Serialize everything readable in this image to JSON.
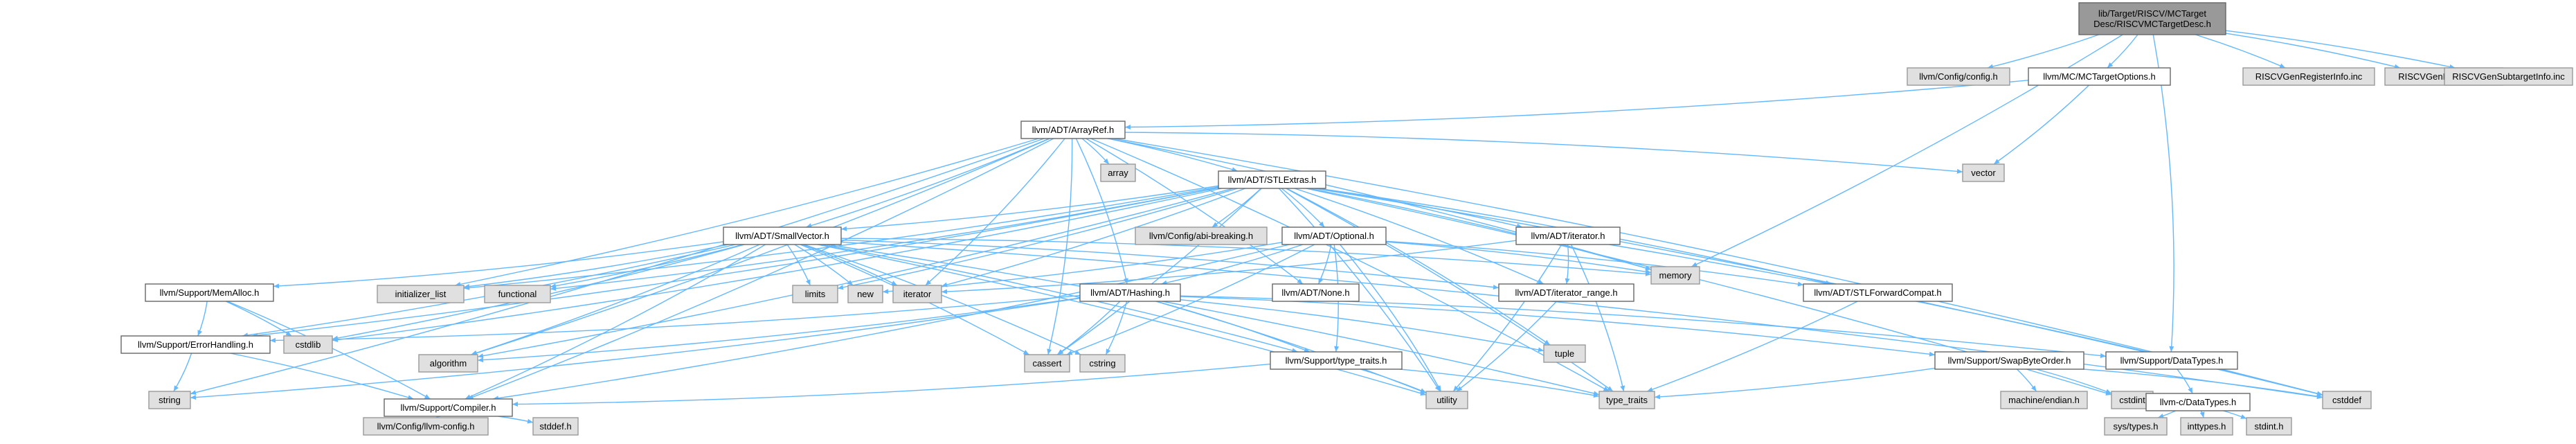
{
  "nodes": [
    {
      "id": "root",
      "label": "lib/Target/RISCV/MCTarget\nDesc/RISCVMCTargetDesc.h",
      "kind": "root"
    },
    {
      "id": "config",
      "label": "llvm/Config/config.h",
      "kind": "system"
    },
    {
      "id": "mctargetoptions",
      "label": "llvm/MC/MCTargetOptions.h",
      "kind": "header"
    },
    {
      "id": "reginfo",
      "label": "RISCVGenRegisterInfo.inc",
      "kind": "system"
    },
    {
      "id": "instrinfo",
      "label": "RISCVGenInstrInfo.inc",
      "kind": "system"
    },
    {
      "id": "subtargetinfo",
      "label": "RISCVGenSubtargetInfo.inc",
      "kind": "system"
    },
    {
      "id": "arrayref",
      "label": "llvm/ADT/ArrayRef.h",
      "kind": "header"
    },
    {
      "id": "vector",
      "label": "vector",
      "kind": "system"
    },
    {
      "id": "array",
      "label": "array",
      "kind": "system"
    },
    {
      "id": "stlextras",
      "label": "llvm/ADT/STLExtras.h",
      "kind": "header"
    },
    {
      "id": "abibreaking",
      "label": "llvm/Config/abi-breaking.h",
      "kind": "system"
    },
    {
      "id": "smallvector",
      "label": "llvm/ADT/SmallVector.h",
      "kind": "header"
    },
    {
      "id": "optional",
      "label": "llvm/ADT/Optional.h",
      "kind": "header"
    },
    {
      "id": "iteratorh",
      "label": "llvm/ADT/iterator.h",
      "kind": "header"
    },
    {
      "id": "memory",
      "label": "memory",
      "kind": "system"
    },
    {
      "id": "stlforward",
      "label": "llvm/ADT/STLForwardCompat.h",
      "kind": "header"
    },
    {
      "id": "memalloc",
      "label": "llvm/Support/MemAlloc.h",
      "kind": "header"
    },
    {
      "id": "initlist",
      "label": "initializer_list",
      "kind": "system"
    },
    {
      "id": "functional",
      "label": "functional",
      "kind": "system"
    },
    {
      "id": "limits",
      "label": "limits",
      "kind": "system"
    },
    {
      "id": "new",
      "label": "new",
      "kind": "system"
    },
    {
      "id": "iterator",
      "label": "iterator",
      "kind": "system"
    },
    {
      "id": "hashing",
      "label": "llvm/ADT/Hashing.h",
      "kind": "header"
    },
    {
      "id": "none",
      "label": "llvm/ADT/None.h",
      "kind": "header"
    },
    {
      "id": "iterrange",
      "label": "llvm/ADT/iterator_range.h",
      "kind": "header"
    },
    {
      "id": "cstdlib",
      "label": "cstdlib",
      "kind": "system"
    },
    {
      "id": "errorhandling",
      "label": "llvm/Support/ErrorHandling.h",
      "kind": "header"
    },
    {
      "id": "algorithm",
      "label": "algorithm",
      "kind": "system"
    },
    {
      "id": "cassert",
      "label": "cassert",
      "kind": "system"
    },
    {
      "id": "cstring",
      "label": "cstring",
      "kind": "system"
    },
    {
      "id": "tuple",
      "label": "tuple",
      "kind": "system"
    },
    {
      "id": "swapbyteorder",
      "label": "llvm/Support/SwapByteOrder.h",
      "kind": "header"
    },
    {
      "id": "datatypes",
      "label": "llvm/Support/DataTypes.h",
      "kind": "header"
    },
    {
      "id": "typetraitsh",
      "label": "llvm/Support/type_traits.h",
      "kind": "header"
    },
    {
      "id": "string",
      "label": "string",
      "kind": "system"
    },
    {
      "id": "compiler",
      "label": "llvm/Support/Compiler.h",
      "kind": "header"
    },
    {
      "id": "utility",
      "label": "utility",
      "kind": "system"
    },
    {
      "id": "typetraits",
      "label": "type_traits",
      "kind": "system"
    },
    {
      "id": "machineendian",
      "label": "machine/endian.h",
      "kind": "system"
    },
    {
      "id": "cstdint",
      "label": "cstdint",
      "kind": "system"
    },
    {
      "id": "cstddef",
      "label": "cstddef",
      "kind": "system"
    },
    {
      "id": "cdatatypes",
      "label": "llvm-c/DataTypes.h",
      "kind": "header"
    },
    {
      "id": "llvmconfig",
      "label": "llvm/Config/llvm-config.h",
      "kind": "system"
    },
    {
      "id": "stddef",
      "label": "stddef.h",
      "kind": "system"
    },
    {
      "id": "systypes",
      "label": "sys/types.h",
      "kind": "system"
    },
    {
      "id": "inttypes",
      "label": "inttypes.h",
      "kind": "system"
    },
    {
      "id": "stdint",
      "label": "stdint.h",
      "kind": "system"
    }
  ],
  "edges": [
    [
      "root",
      "config"
    ],
    [
      "root",
      "mctargetoptions"
    ],
    [
      "root",
      "reginfo"
    ],
    [
      "root",
      "instrinfo"
    ],
    [
      "root",
      "subtargetinfo"
    ],
    [
      "root",
      "memory"
    ],
    [
      "root",
      "datatypes"
    ],
    [
      "mctargetoptions",
      "arrayref"
    ],
    [
      "mctargetoptions",
      "vector"
    ],
    [
      "arrayref",
      "array"
    ],
    [
      "arrayref",
      "vector"
    ],
    [
      "arrayref",
      "stlextras"
    ],
    [
      "arrayref",
      "smallvector"
    ],
    [
      "arrayref",
      "hashing"
    ],
    [
      "arrayref",
      "memory"
    ],
    [
      "arrayref",
      "none"
    ],
    [
      "arrayref",
      "iterator"
    ],
    [
      "arrayref",
      "algorithm"
    ],
    [
      "arrayref",
      "cassert"
    ],
    [
      "arrayref",
      "cstddef"
    ],
    [
      "arrayref",
      "initlist"
    ],
    [
      "arrayref",
      "typetraits"
    ],
    [
      "arrayref",
      "compiler"
    ],
    [
      "arrayref",
      "string"
    ],
    [
      "stlextras",
      "abibreaking"
    ],
    [
      "stlextras",
      "smallvector"
    ],
    [
      "stlextras",
      "optional"
    ],
    [
      "stlextras",
      "iteratorh"
    ],
    [
      "stlextras",
      "stlforward"
    ],
    [
      "stlextras",
      "iterrange"
    ],
    [
      "stlextras",
      "errorhandling"
    ],
    [
      "stlextras",
      "algorithm"
    ],
    [
      "stlextras",
      "cassert"
    ],
    [
      "stlextras",
      "cstddef"
    ],
    [
      "stlextras",
      "cstdint"
    ],
    [
      "stlextras",
      "cstdlib"
    ],
    [
      "stlextras",
      "functional"
    ],
    [
      "stlextras",
      "initlist"
    ],
    [
      "stlextras",
      "iterator"
    ],
    [
      "stlextras",
      "limits"
    ],
    [
      "stlextras",
      "memory"
    ],
    [
      "stlextras",
      "tuple"
    ],
    [
      "stlextras",
      "typetraits"
    ],
    [
      "stlextras",
      "utility"
    ],
    [
      "smallvector",
      "memalloc"
    ],
    [
      "smallvector",
      "compiler"
    ],
    [
      "smallvector",
      "typetraitsh"
    ],
    [
      "smallvector",
      "algorithm"
    ],
    [
      "smallvector",
      "cassert"
    ],
    [
      "smallvector",
      "cstddef"
    ],
    [
      "smallvector",
      "cstdlib"
    ],
    [
      "smallvector",
      "cstring"
    ],
    [
      "smallvector",
      "functional"
    ],
    [
      "smallvector",
      "initlist"
    ],
    [
      "smallvector",
      "iterator"
    ],
    [
      "smallvector",
      "limits"
    ],
    [
      "smallvector",
      "memory"
    ],
    [
      "smallvector",
      "new"
    ],
    [
      "smallvector",
      "typetraits"
    ],
    [
      "smallvector",
      "utility"
    ],
    [
      "smallvector",
      "iterrange"
    ],
    [
      "smallvector",
      "errorhandling"
    ],
    [
      "optional",
      "hashing"
    ],
    [
      "optional",
      "none"
    ],
    [
      "optional",
      "compiler"
    ],
    [
      "optional",
      "typetraitsh"
    ],
    [
      "optional",
      "cassert"
    ],
    [
      "optional",
      "memory"
    ],
    [
      "optional",
      "new"
    ],
    [
      "optional",
      "utility"
    ],
    [
      "optional",
      "stlforward"
    ],
    [
      "iteratorh",
      "iterrange"
    ],
    [
      "iteratorh",
      "cstddef"
    ],
    [
      "iteratorh",
      "iterator"
    ],
    [
      "iteratorh",
      "typetraits"
    ],
    [
      "iteratorh",
      "utility"
    ],
    [
      "stlforward",
      "typetraits"
    ],
    [
      "memalloc",
      "compiler"
    ],
    [
      "memalloc",
      "errorhandling"
    ],
    [
      "memalloc",
      "cstdlib"
    ],
    [
      "hashing",
      "errorhandling"
    ],
    [
      "hashing",
      "swapbyteorder"
    ],
    [
      "hashing",
      "typetraitsh"
    ],
    [
      "hashing",
      "algorithm"
    ],
    [
      "hashing",
      "cassert"
    ],
    [
      "hashing",
      "cstring"
    ],
    [
      "hashing",
      "string"
    ],
    [
      "hashing",
      "tuple"
    ],
    [
      "hashing",
      "utility"
    ],
    [
      "hashing",
      "datatypes"
    ],
    [
      "iterrange",
      "utility"
    ],
    [
      "errorhandling",
      "compiler"
    ],
    [
      "errorhandling",
      "string"
    ],
    [
      "swapbyteorder",
      "machineendian"
    ],
    [
      "swapbyteorder",
      "cstddef"
    ],
    [
      "swapbyteorder",
      "cstdint"
    ],
    [
      "swapbyteorder",
      "typetraits"
    ],
    [
      "datatypes",
      "cdatatypes"
    ],
    [
      "typetraitsh",
      "utility"
    ],
    [
      "typetraitsh",
      "typetraits"
    ],
    [
      "typetraitsh",
      "compiler"
    ],
    [
      "compiler",
      "llvmconfig"
    ],
    [
      "compiler",
      "stddef"
    ],
    [
      "cdatatypes",
      "systypes"
    ],
    [
      "cdatatypes",
      "inttypes"
    ],
    [
      "cdatatypes",
      "stdint"
    ]
  ]
}
